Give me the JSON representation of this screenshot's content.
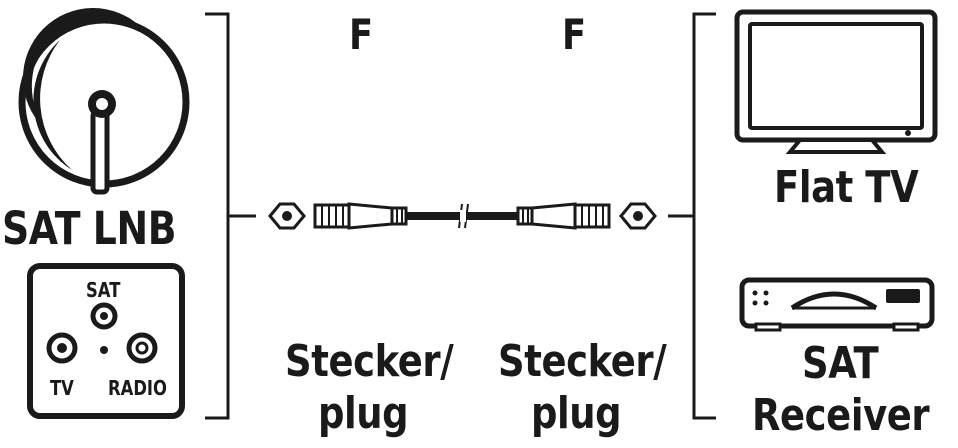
{
  "left": {
    "lnb_label": "SAT LNB",
    "wall_socket": {
      "sat": "SAT",
      "tv": "TV",
      "radio": "RADIO"
    }
  },
  "cable": {
    "left_connector": {
      "type": "F",
      "desc_line1": "Stecker/",
      "desc_line2": "plug"
    },
    "right_connector": {
      "type": "F",
      "desc_line1": "Stecker/",
      "desc_line2": "plug"
    }
  },
  "right": {
    "tv_label": "Flat TV",
    "receiver_line1": "SAT",
    "receiver_line2": "Receiver"
  },
  "colors": {
    "ink": "#1a1a1a",
    "background": "#ffffff"
  }
}
